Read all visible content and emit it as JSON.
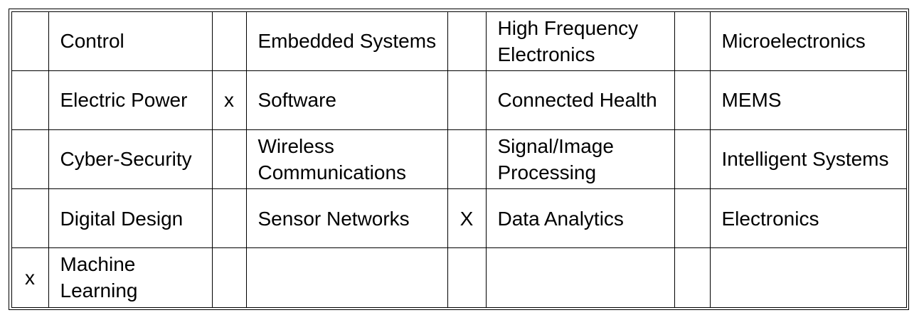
{
  "rows": [
    {
      "cells": [
        {
          "mark": "",
          "label": "Control"
        },
        {
          "mark": "",
          "label": "Embedded Systems"
        },
        {
          "mark": "",
          "label": "High Frequency Electronics"
        },
        {
          "mark": "",
          "label": "Microelectronics"
        }
      ]
    },
    {
      "cells": [
        {
          "mark": "",
          "label": "Electric Power"
        },
        {
          "mark": "x",
          "label": "Software"
        },
        {
          "mark": "",
          "label": "Connected Health"
        },
        {
          "mark": "",
          "label": "MEMS"
        }
      ]
    },
    {
      "cells": [
        {
          "mark": "",
          "label": "Cyber-Security"
        },
        {
          "mark": "",
          "label": "Wireless Communications"
        },
        {
          "mark": "",
          "label": "Signal/Image Processing"
        },
        {
          "mark": "",
          "label": "Intelligent Systems"
        }
      ]
    },
    {
      "cells": [
        {
          "mark": "",
          "label": "Digital Design"
        },
        {
          "mark": "",
          "label": "Sensor Networks"
        },
        {
          "mark": "X",
          "label": "Data Analytics"
        },
        {
          "mark": "",
          "label": "Electronics"
        }
      ]
    },
    {
      "cells": [
        {
          "mark": "x",
          "label": "Machine Learning"
        },
        {
          "mark": "",
          "label": ""
        },
        {
          "mark": "",
          "label": ""
        },
        {
          "mark": "",
          "label": ""
        }
      ]
    }
  ]
}
